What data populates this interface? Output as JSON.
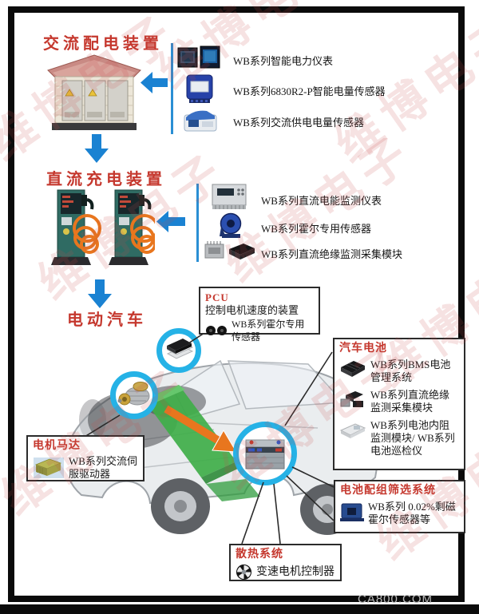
{
  "watermark": {
    "brand": "维博电子",
    "site": "CA800.COM"
  },
  "colors": {
    "title_red": "#c5382e",
    "arrow_blue": "#1a82d2",
    "circle_cyan": "#25b2e6",
    "pack_green": "#45b24e",
    "arrow_orange": "#e8761e"
  },
  "ac": {
    "title": "交流配电装置",
    "items": [
      {
        "label": "WB系列智能电力仪表"
      },
      {
        "label": "WB系列6830R2-P智能电量传感器"
      },
      {
        "label": "WB系列交流供电电量传感器"
      }
    ]
  },
  "dc": {
    "title": "直流充电装置",
    "items": [
      {
        "label": "WB系列直流电能监测仪表"
      },
      {
        "label": "WB系列霍尔专用传感器"
      },
      {
        "label": "WB系列直流绝缘监测采集模块"
      }
    ]
  },
  "ev": {
    "title": "电动汽车",
    "pcu": {
      "title": "PCU",
      "desc": "控制电机速度的装置",
      "sensor": "WB系列霍尔专用传感器"
    },
    "battery": {
      "title": "汽车电池",
      "items": [
        {
          "label": "WB系列BMS电池管理系统"
        },
        {
          "label": "WB系列直流绝缘监测采集模块"
        },
        {
          "label": "WB系列电池内阻监测模块/ WB系列电池巡检仪"
        }
      ]
    },
    "motor": {
      "title": "电机马达",
      "label": "WB系列交流伺服驱动器"
    },
    "sorting": {
      "title": "电池配组筛选系统",
      "label": "WB系列 0.02%剩磁霍尔传感器等"
    },
    "cooling": {
      "title": "散热系统",
      "label": "变速电机控制器"
    }
  }
}
